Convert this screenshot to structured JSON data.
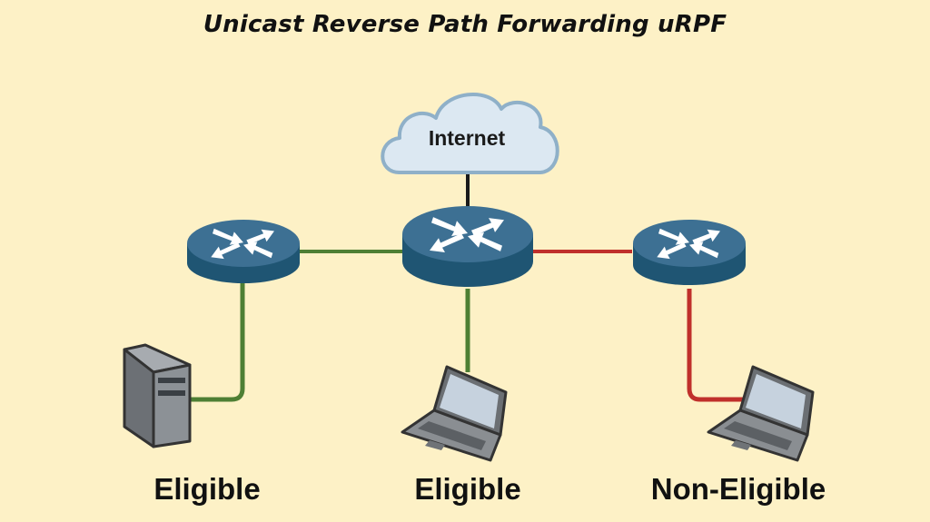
{
  "title": "Unicast Reverse Path Forwarding uRPF",
  "cloud": {
    "label": "Internet",
    "icon": "cloud-icon"
  },
  "routers": [
    {
      "id": "left-router",
      "icon": "router-icon"
    },
    {
      "id": "center-router",
      "icon": "router-icon"
    },
    {
      "id": "right-router",
      "icon": "router-icon"
    }
  ],
  "links": [
    {
      "from": "internet",
      "to": "center-router",
      "status": "neutral",
      "color": "#1a1a1a"
    },
    {
      "from": "left-router",
      "to": "center-router",
      "status": "eligible",
      "color": "#4e7f34"
    },
    {
      "from": "center-router",
      "to": "right-router",
      "status": "non-eligible",
      "color": "#c0302b"
    },
    {
      "from": "left-router",
      "to": "server",
      "status": "eligible",
      "color": "#4e7f34"
    },
    {
      "from": "center-router",
      "to": "laptop-center",
      "status": "eligible",
      "color": "#4e7f34"
    },
    {
      "from": "right-router",
      "to": "laptop-right",
      "status": "non-eligible",
      "color": "#c0302b"
    }
  ],
  "endpoints": [
    {
      "id": "server",
      "icon": "server-tower-icon",
      "label": "Eligible"
    },
    {
      "id": "laptop-center",
      "icon": "laptop-icon",
      "label": "Eligible"
    },
    {
      "id": "laptop-right",
      "icon": "laptop-icon",
      "label": "Non-Eligible"
    }
  ],
  "colors": {
    "background": "#fdf1c6",
    "eligible": "#4e7f34",
    "non_eligible": "#c0302b",
    "router_top": "#3d7093",
    "router_side": "#1f5573",
    "cloud_fill": "#dce8f2",
    "cloud_stroke": "#8fb0c8"
  }
}
